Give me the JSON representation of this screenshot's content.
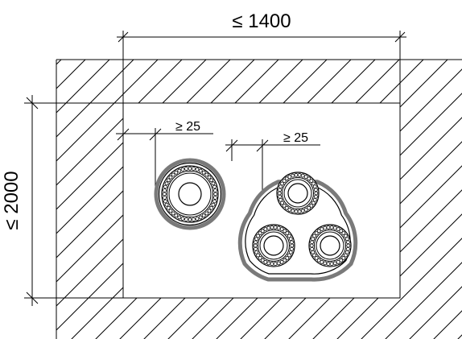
{
  "dimensions": {
    "width_label": "≤ 1400",
    "height_label": "≤ 2000",
    "gap_single_label": "≥ 25",
    "gap_trefoil_label": "≥ 25"
  },
  "colors": {
    "line": "#000000",
    "sheath": "#7a7a7a",
    "background": "#ffffff"
  }
}
